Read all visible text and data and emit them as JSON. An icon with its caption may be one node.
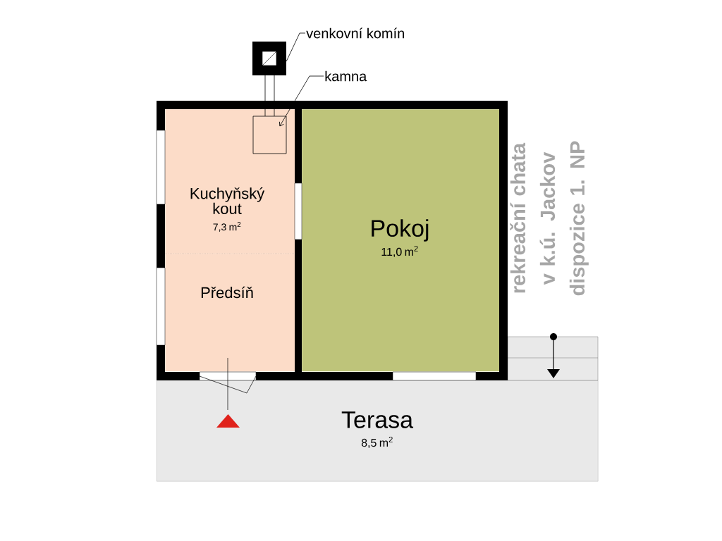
{
  "diagram": {
    "title": "rekreační chata v k.ú. Jackov dispozice 1. NP",
    "nodes": [
      {
        "text": [
          "Kuchyňský kout",
          "7,3 m$^{2}$"
        ]
      },
      {
        "text": [
          "Předsíň"
        ]
      },
      {
        "text": [
          "Pokoj",
          "11,0 m$^{2}$"
        ]
      },
      {
        "text": [
          "Terasa",
          "8,5 m$^{2}$"
        ]
      },
      {
        "text": [
          "venkovní komín"
        ]
      },
      {
        "text": [],
        "shape": "box"
      },
      {
        "text": [
          "kamna"
        ]
      },
      {
        "text": [],
        "shape": "box",
        "in": 0
      }
    ],
    "edges": [
      {
        "from": 4,
        "to": 5,
        "arrow": "none"
      },
      {
        "from": 6,
        "to": 7,
        "arrow": "to"
      }
    ]
  }
}
